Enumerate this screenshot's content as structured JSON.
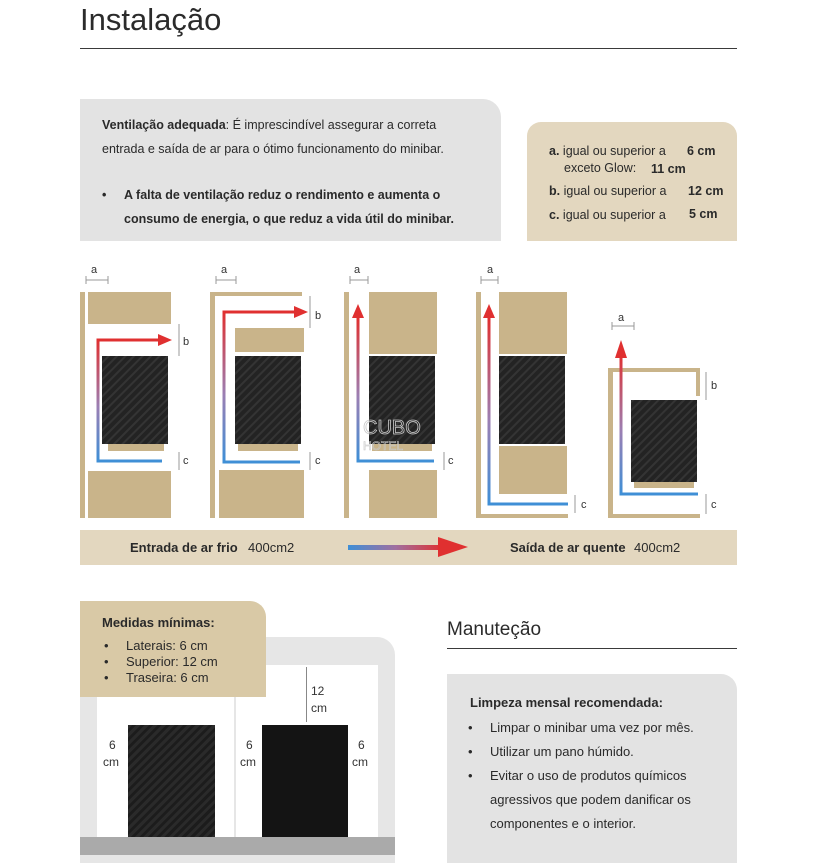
{
  "page_title": "Instalação",
  "ventilation": {
    "heading": "Ventilação adequada",
    "text": ": É imprescindível assegurar a correta entrada e saída de ar para o ótimo funcionamento do minibar.",
    "bullet": "A falta de ventilação reduz o rendimento e aumenta o consumo de energia, o que reduz a vida útil do minibar."
  },
  "distances": [
    {
      "key": "a.",
      "text": "igual ou superior a",
      "value": "6 cm",
      "extra_text": "exceto Glow:",
      "extra_value": "11 cm"
    },
    {
      "key": "b.",
      "text": "igual ou superior a",
      "value": "12 cm"
    },
    {
      "key": "c.",
      "text": "igual ou superior a",
      "value": "5 cm"
    }
  ],
  "diagram_labels": {
    "a": "a",
    "b": "b",
    "c": "c"
  },
  "watermark": "CUBO HOTEL",
  "flow": {
    "in_label": "Entrada de ar frio",
    "in_value": "400cm2",
    "out_label": "Saída de ar quente",
    "out_value": "400cm2"
  },
  "min_measures": {
    "heading": "Medidas mínimas:",
    "items": [
      "Laterais: 6 cm",
      "Superior: 12 cm",
      "Traseira: 6 cm"
    ],
    "dim_top_num": "12",
    "dim_top_unit": "cm",
    "dim_side_num": "6",
    "dim_side_unit": "cm"
  },
  "maintenance": {
    "title": "Manuteção",
    "heading": "Limpeza mensal recomendada:",
    "items": [
      "Limpar o minibar uma vez por mês.",
      "Utilizar um pano húmido.",
      "Evitar o uso de produtos químicos agressivos que podem danificar os componentes e o interior."
    ]
  },
  "colors": {
    "gold": "#b9a27d",
    "wood": "#c9b48a",
    "grey_panel": "#e3e3e3",
    "tan_panel": "#e3d7bf",
    "cold": "#3f8fd6",
    "hot": "#e03030"
  }
}
